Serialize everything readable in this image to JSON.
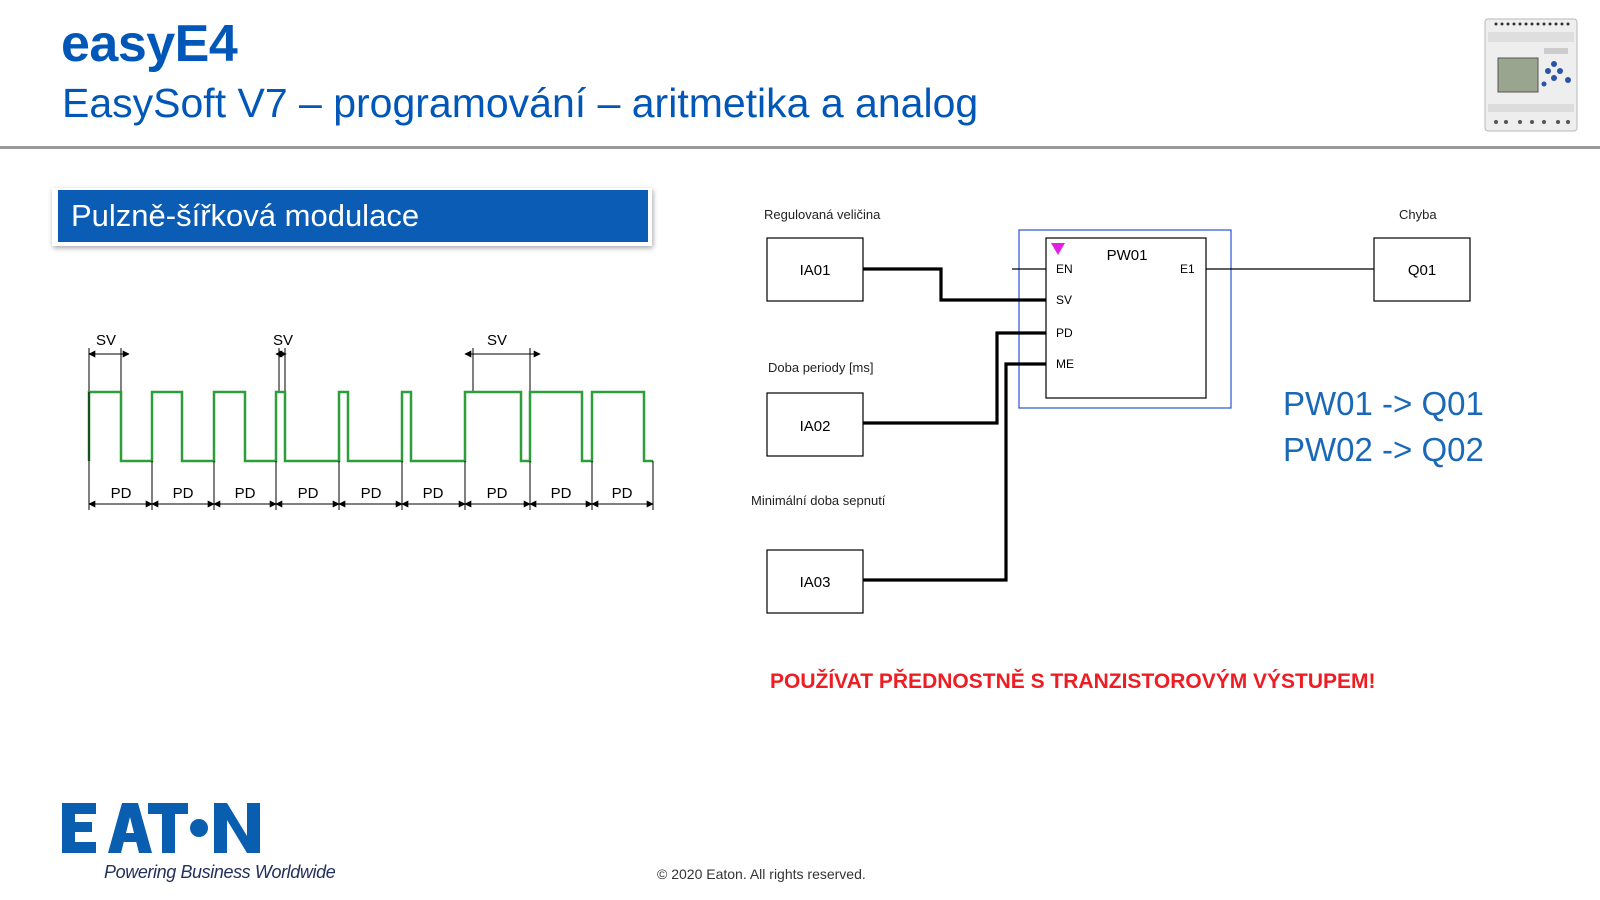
{
  "header": {
    "title": "easyE4",
    "subtitle": "EasySoft V7 – programování – aritmetika a analog"
  },
  "section": {
    "label": "Pulzně-šířková modulace"
  },
  "pwm_diagram": {
    "sv_label": "SV",
    "pd_label": "PD",
    "signal_color": "#2e9e3a"
  },
  "fbd": {
    "blocks": {
      "ia01": "IA01",
      "ia02": "IA02",
      "ia03": "IA03",
      "q01": "Q01",
      "pw01": "PW01"
    },
    "ports": {
      "en": "EN",
      "sv": "SV",
      "pd": "PD",
      "me": "ME",
      "e1": "E1"
    },
    "labels": {
      "controlled": "Regulovaná veličina",
      "period": "Doba periody [ms]",
      "min_on": "Minimální doba sepnutí",
      "error": "Chyba"
    }
  },
  "mapping": {
    "line1": "PW01 -> Q01",
    "line2": "PW02 -> Q02"
  },
  "warning": "POUŽÍVAT PŘEDNOSTNĚ S TRANZISTOROVÝM VÝSTUPEM!",
  "footer": {
    "logo": "EATON",
    "tagline": "Powering Business Worldwide",
    "copyright": "© 2020 Eaton. All rights reserved."
  }
}
